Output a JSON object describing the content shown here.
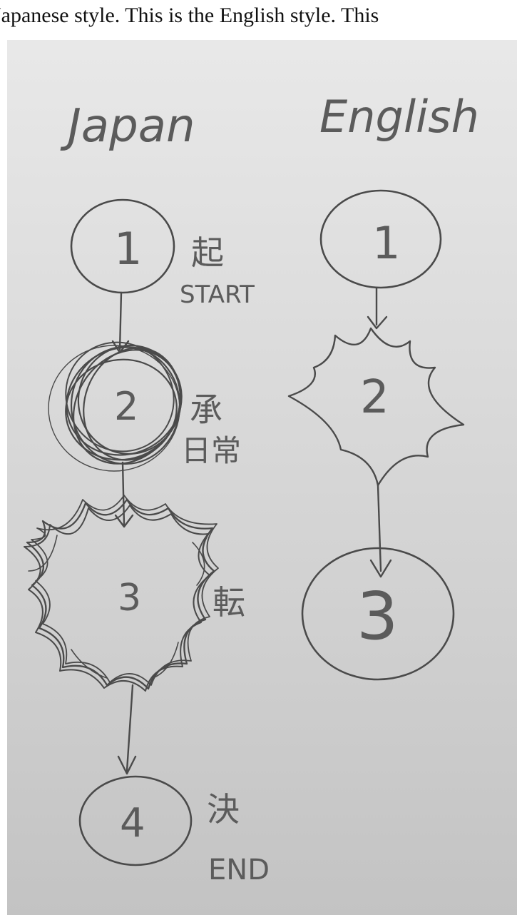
{
  "caption": "Japanese style. This is the English style. This",
  "columns": {
    "left_heading": "Japan",
    "right_heading": "English"
  },
  "japanese_flow": {
    "nodes": [
      {
        "number": "1",
        "kanji": "起",
        "label": "START"
      },
      {
        "number": "2",
        "kanji": "承",
        "label": "日常"
      },
      {
        "number": "3",
        "kanji": "転",
        "label": ""
      },
      {
        "number": "4",
        "kanji": "決",
        "label": "END"
      }
    ]
  },
  "english_flow": {
    "nodes": [
      {
        "number": "1"
      },
      {
        "number": "2"
      },
      {
        "number": "3"
      }
    ]
  }
}
